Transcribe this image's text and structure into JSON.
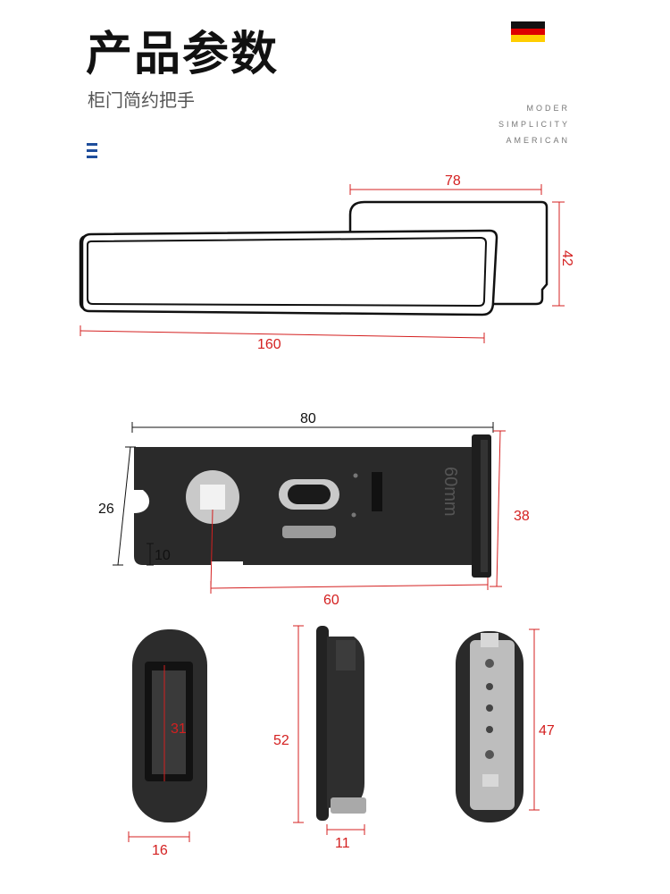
{
  "header": {
    "title": "产品参数",
    "subtitle": "柜门简约把手",
    "brand_lines": [
      "MODER",
      "SIMPLICITY",
      "AMERICAN"
    ],
    "flag": [
      "#111111",
      "#dd0000",
      "#ffce00"
    ]
  },
  "handle_dims": {
    "length": "160",
    "top": "78",
    "height": "42"
  },
  "lock_dims": {
    "width": "80",
    "left": "26",
    "bottom": "10",
    "height": "38",
    "bottom_width": "60",
    "stamp": "60mm"
  },
  "parts": {
    "strike_plate": {
      "inner": "31",
      "width": "16"
    },
    "latch_side": {
      "height": "52",
      "width": "11"
    },
    "mechanism": {
      "height": "47"
    }
  },
  "colors": {
    "dim_red": "#d42020",
    "dim_black": "#111111",
    "part_dark": "#2a2a2a"
  }
}
